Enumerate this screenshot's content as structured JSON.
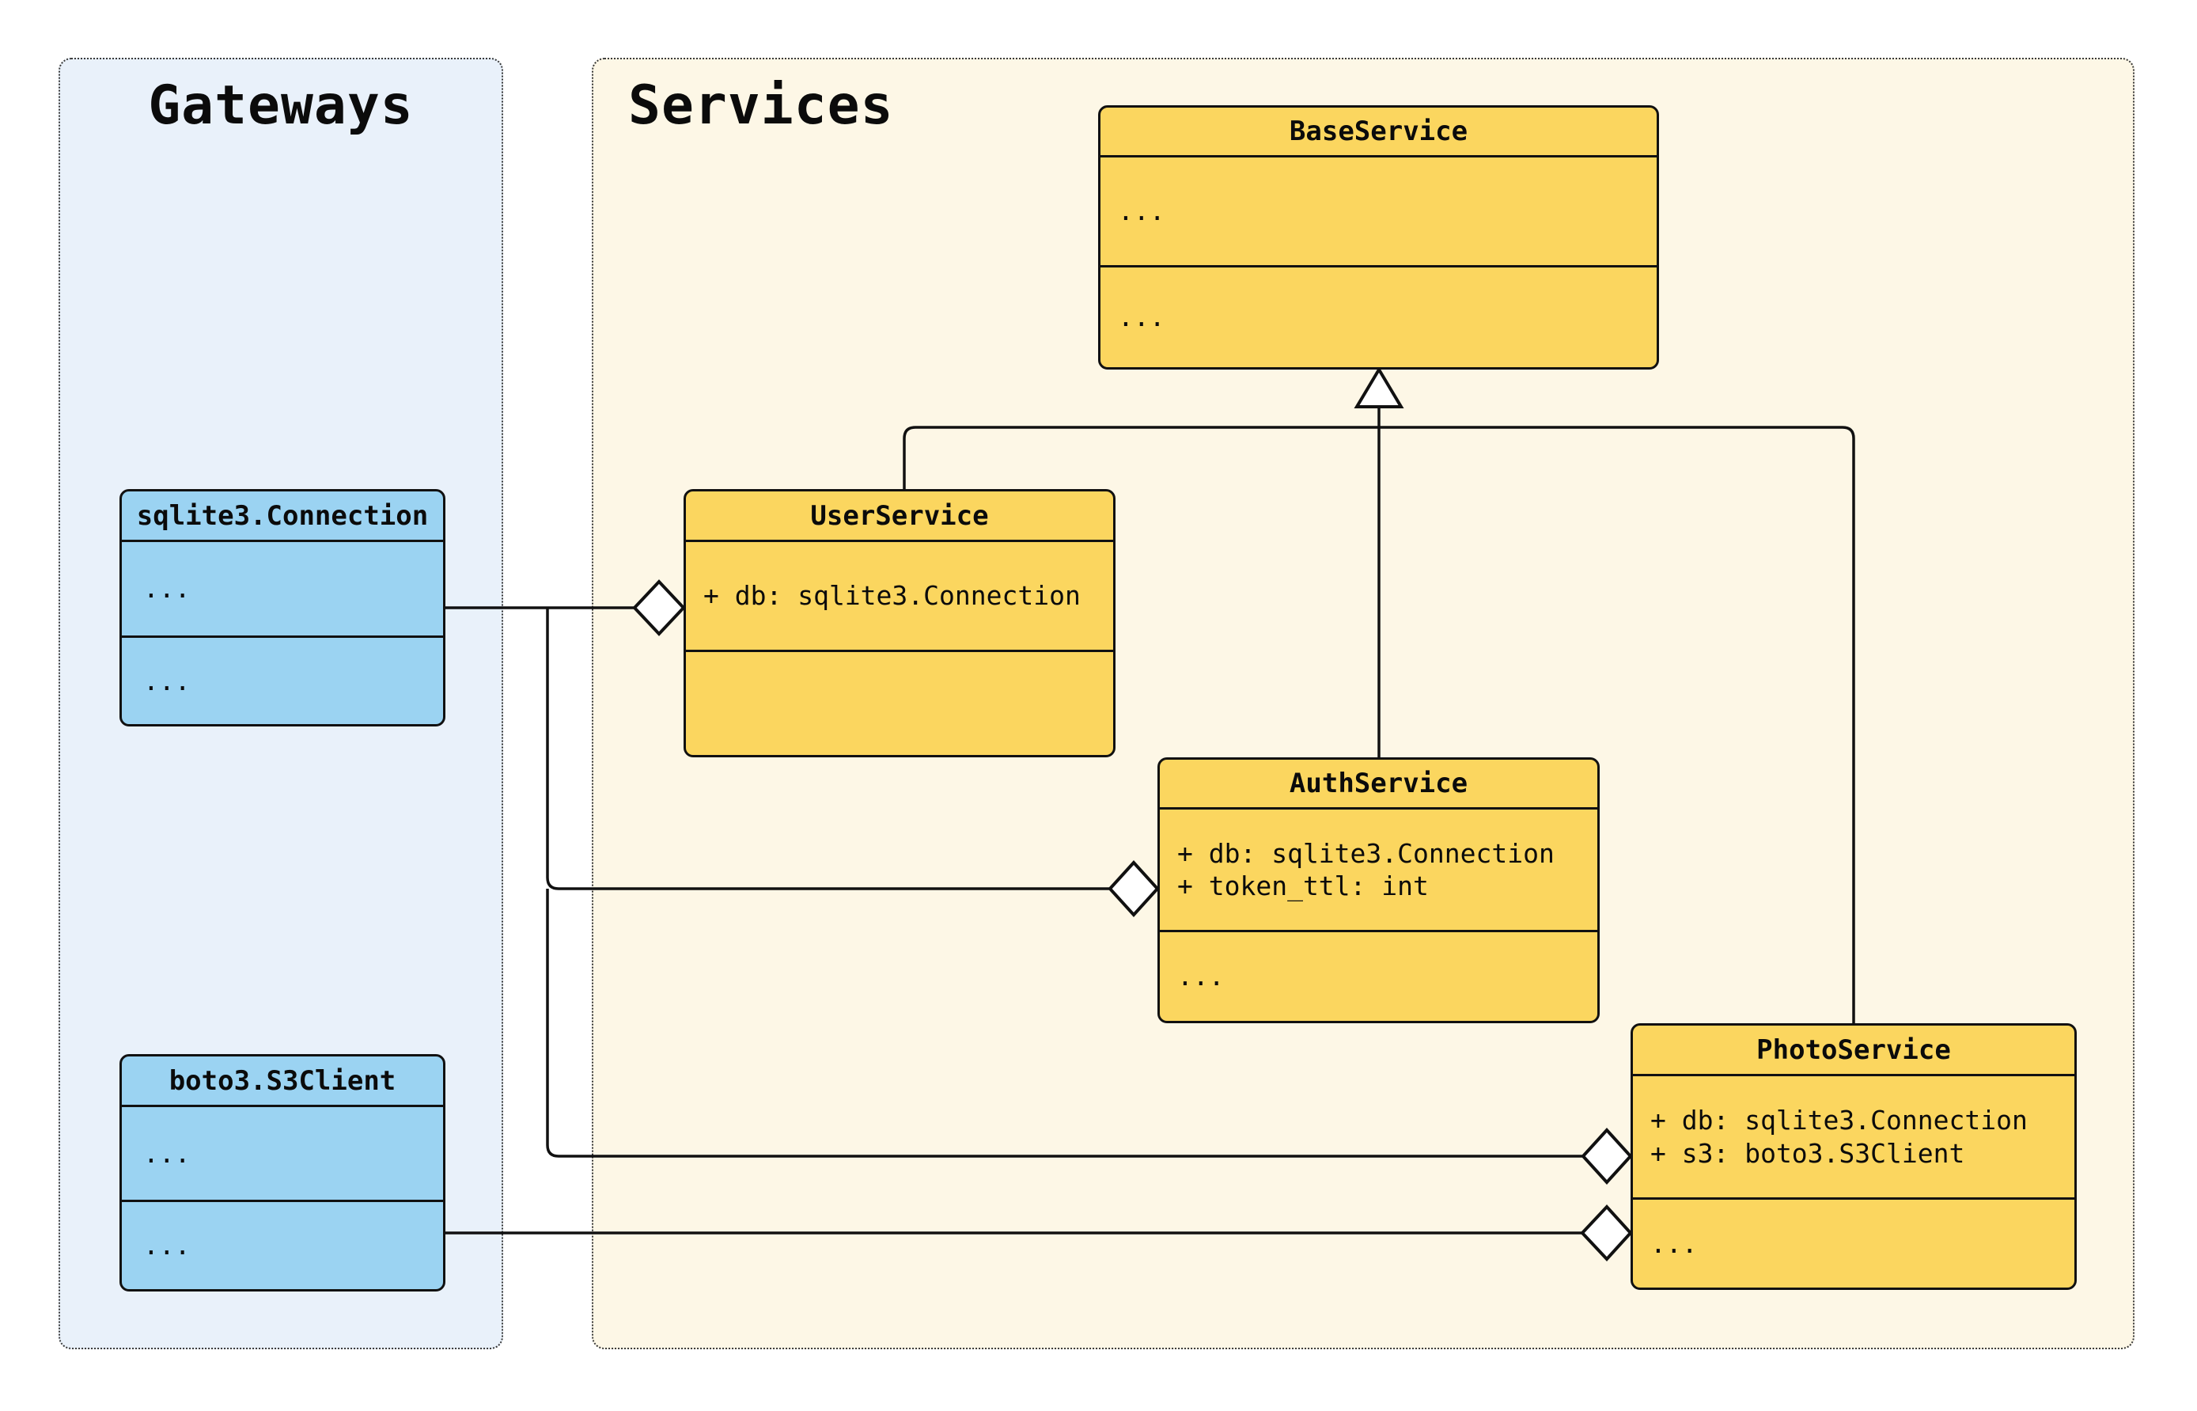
{
  "panels": {
    "gateways": {
      "label": "Gateways"
    },
    "services": {
      "label": "Services"
    }
  },
  "classes": {
    "base_service": {
      "name": "BaseService",
      "attributes": [
        "..."
      ],
      "methods": [
        "..."
      ]
    },
    "user_service": {
      "name": "UserService",
      "attributes": [
        "+ db: sqlite3.Connection"
      ],
      "methods": []
    },
    "auth_service": {
      "name": "AuthService",
      "attributes": [
        "+ db: sqlite3.Connection",
        "+ token_ttl: int"
      ],
      "methods": [
        "..."
      ]
    },
    "photo_service": {
      "name": "PhotoService",
      "attributes": [
        "+ db: sqlite3.Connection",
        "+ s3: boto3.S3Client"
      ],
      "methods": [
        "..."
      ]
    },
    "sqlite3_connection": {
      "name": "sqlite3.Connection",
      "attributes": [
        "..."
      ],
      "methods": [
        "..."
      ]
    },
    "boto3_s3client": {
      "name": "boto3.S3Client",
      "attributes": [
        "..."
      ],
      "methods": [
        "..."
      ]
    }
  },
  "relationships": [
    {
      "type": "inheritance",
      "from": "UserService",
      "to": "BaseService"
    },
    {
      "type": "inheritance",
      "from": "AuthService",
      "to": "BaseService"
    },
    {
      "type": "inheritance",
      "from": "PhotoService",
      "to": "BaseService"
    },
    {
      "type": "aggregation",
      "part": "sqlite3.Connection",
      "whole": "UserService"
    },
    {
      "type": "aggregation",
      "part": "sqlite3.Connection",
      "whole": "AuthService"
    },
    {
      "type": "aggregation",
      "part": "sqlite3.Connection",
      "whole": "PhotoService"
    },
    {
      "type": "aggregation",
      "part": "boto3.S3Client",
      "whole": "PhotoService"
    }
  ],
  "colors": {
    "service_class_fill": "#FBD65F",
    "gateway_class_fill": "#9BD3F2",
    "services_panel_fill": "#FDF7E6",
    "gateways_panel_fill": "#E9F1FA",
    "stroke": "#111111"
  }
}
